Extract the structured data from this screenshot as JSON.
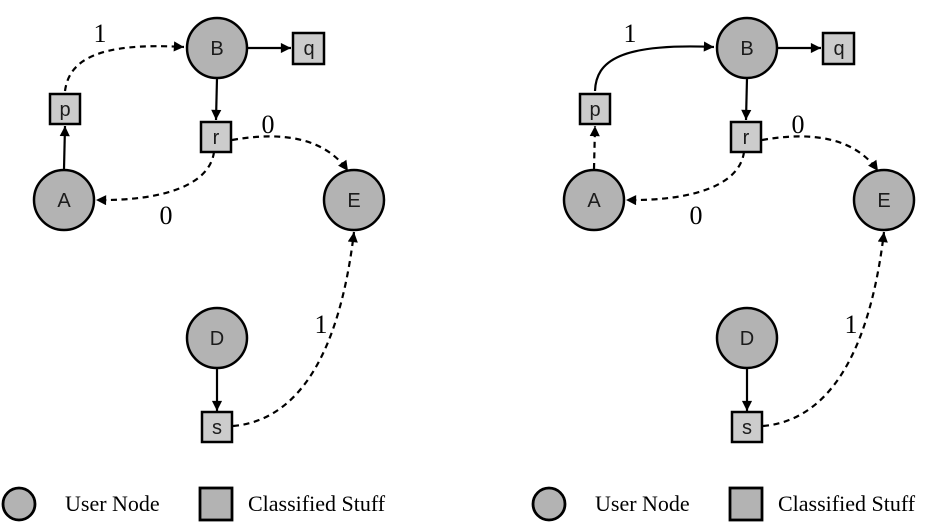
{
  "legend": {
    "user_node_label": "User Node",
    "classified_stuff_label": "Classified Stuff"
  },
  "colors": {
    "circle_fill": "#b3b3b3",
    "square_fill": "#cccccc",
    "legend_fill": "#b3b3b3",
    "outline": "#000000",
    "background": "#ffffff"
  },
  "diagrams": [
    {
      "side": "left",
      "nodes": {
        "A": "A",
        "B": "B",
        "D": "D",
        "E": "E",
        "p": "p",
        "q": "q",
        "r": "r",
        "s": "s"
      },
      "edge_labels": {
        "p_to_B": "1",
        "r_to_E": "0",
        "r_to_A": "0",
        "s_to_E": "1"
      },
      "edges": [
        {
          "from": "p",
          "to": "B",
          "style": "dashed",
          "label": "1"
        },
        {
          "from": "B",
          "to": "q",
          "style": "solid"
        },
        {
          "from": "B",
          "to": "r",
          "style": "solid"
        },
        {
          "from": "r",
          "to": "E",
          "style": "dashed",
          "label": "0"
        },
        {
          "from": "r",
          "to": "A",
          "style": "dashed",
          "label": "0"
        },
        {
          "from": "A",
          "to": "p",
          "style": "solid"
        },
        {
          "from": "D",
          "to": "s",
          "style": "solid"
        },
        {
          "from": "s",
          "to": "E",
          "style": "dashed",
          "label": "1"
        }
      ]
    },
    {
      "side": "right",
      "nodes": {
        "A": "A",
        "B": "B",
        "D": "D",
        "E": "E",
        "p": "p",
        "q": "q",
        "r": "r",
        "s": "s"
      },
      "edge_labels": {
        "p_to_B": "1",
        "r_to_E": "0",
        "r_to_A": "0",
        "s_to_E": "1"
      },
      "edges": [
        {
          "from": "p",
          "to": "B",
          "style": "solid",
          "label": "1"
        },
        {
          "from": "B",
          "to": "q",
          "style": "solid"
        },
        {
          "from": "B",
          "to": "r",
          "style": "solid"
        },
        {
          "from": "r",
          "to": "E",
          "style": "dashed",
          "label": "0"
        },
        {
          "from": "r",
          "to": "A",
          "style": "dashed",
          "label": "0"
        },
        {
          "from": "A",
          "to": "p",
          "style": "dashed"
        },
        {
          "from": "D",
          "to": "s",
          "style": "solid"
        },
        {
          "from": "s",
          "to": "E",
          "style": "dashed",
          "label": "1"
        }
      ]
    }
  ]
}
